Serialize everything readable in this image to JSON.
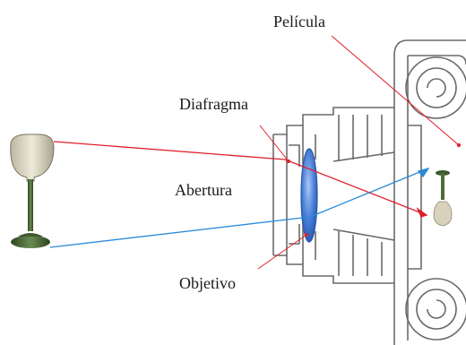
{
  "labels": {
    "film": "Película",
    "diaphragm": "Diafragma",
    "aperture": "Abertura",
    "lens": "Objetivo"
  },
  "colors": {
    "ray_top": "#e0202a",
    "ray_bottom": "#2a8ad8",
    "lens_fill": "#4a7fd8",
    "camera_line": "#6a6a6a",
    "glass_bowl": "#d9d5c4",
    "glass_stem": "#3f5a2e"
  }
}
